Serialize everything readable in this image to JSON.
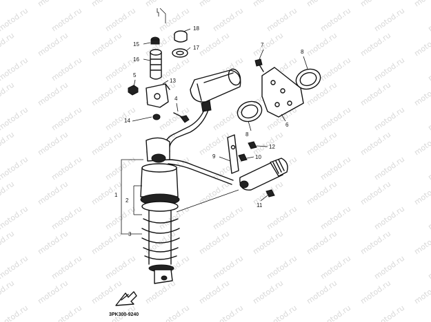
{
  "watermark": {
    "text": "motod.ru"
  },
  "diagram": {
    "callouts": [
      {
        "id": "c1",
        "label": "1"
      },
      {
        "id": "c2",
        "label": "2"
      },
      {
        "id": "c3",
        "label": "3"
      },
      {
        "id": "c4",
        "label": "4"
      },
      {
        "id": "c5",
        "label": "5"
      },
      {
        "id": "c6",
        "label": "6"
      },
      {
        "id": "c7",
        "label": "7"
      },
      {
        "id": "c8a",
        "label": "8"
      },
      {
        "id": "c8b",
        "label": "8"
      },
      {
        "id": "c9",
        "label": "9"
      },
      {
        "id": "c10",
        "label": "10"
      },
      {
        "id": "c11",
        "label": "11"
      },
      {
        "id": "c12",
        "label": "12"
      },
      {
        "id": "c13",
        "label": "13"
      },
      {
        "id": "c14",
        "label": "14"
      },
      {
        "id": "c15",
        "label": "15"
      },
      {
        "id": "c16",
        "label": "16"
      },
      {
        "id": "c17",
        "label": "17"
      },
      {
        "id": "c18",
        "label": "18"
      }
    ],
    "figure_code": "3PK300-9240"
  }
}
